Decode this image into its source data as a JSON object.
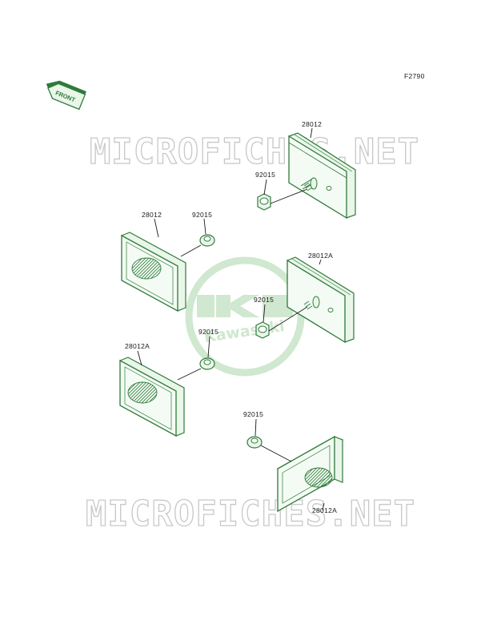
{
  "figure_code": "F2790",
  "front_badge": "FRONT",
  "watermark": "MICROFICHES.NET",
  "logo_text": "Kawasaki",
  "colors": {
    "part_fill": "#eaf6ea",
    "part_stroke": "#2f7a3a",
    "leader": "#1a1a1a",
    "watermark_stroke": "#c8c8c8",
    "logo": "#cfe8cf"
  },
  "callouts": [
    {
      "id": "c1",
      "text": "28012"
    },
    {
      "id": "c2",
      "text": "92015"
    },
    {
      "id": "c3",
      "text": "28012"
    },
    {
      "id": "c4",
      "text": "92015"
    },
    {
      "id": "c5",
      "text": "28012A"
    },
    {
      "id": "c6",
      "text": "92015"
    },
    {
      "id": "c7",
      "text": "92015"
    },
    {
      "id": "c8",
      "text": "28012A"
    },
    {
      "id": "c9",
      "text": "92015"
    },
    {
      "id": "c10",
      "text": "28012A"
    }
  ]
}
